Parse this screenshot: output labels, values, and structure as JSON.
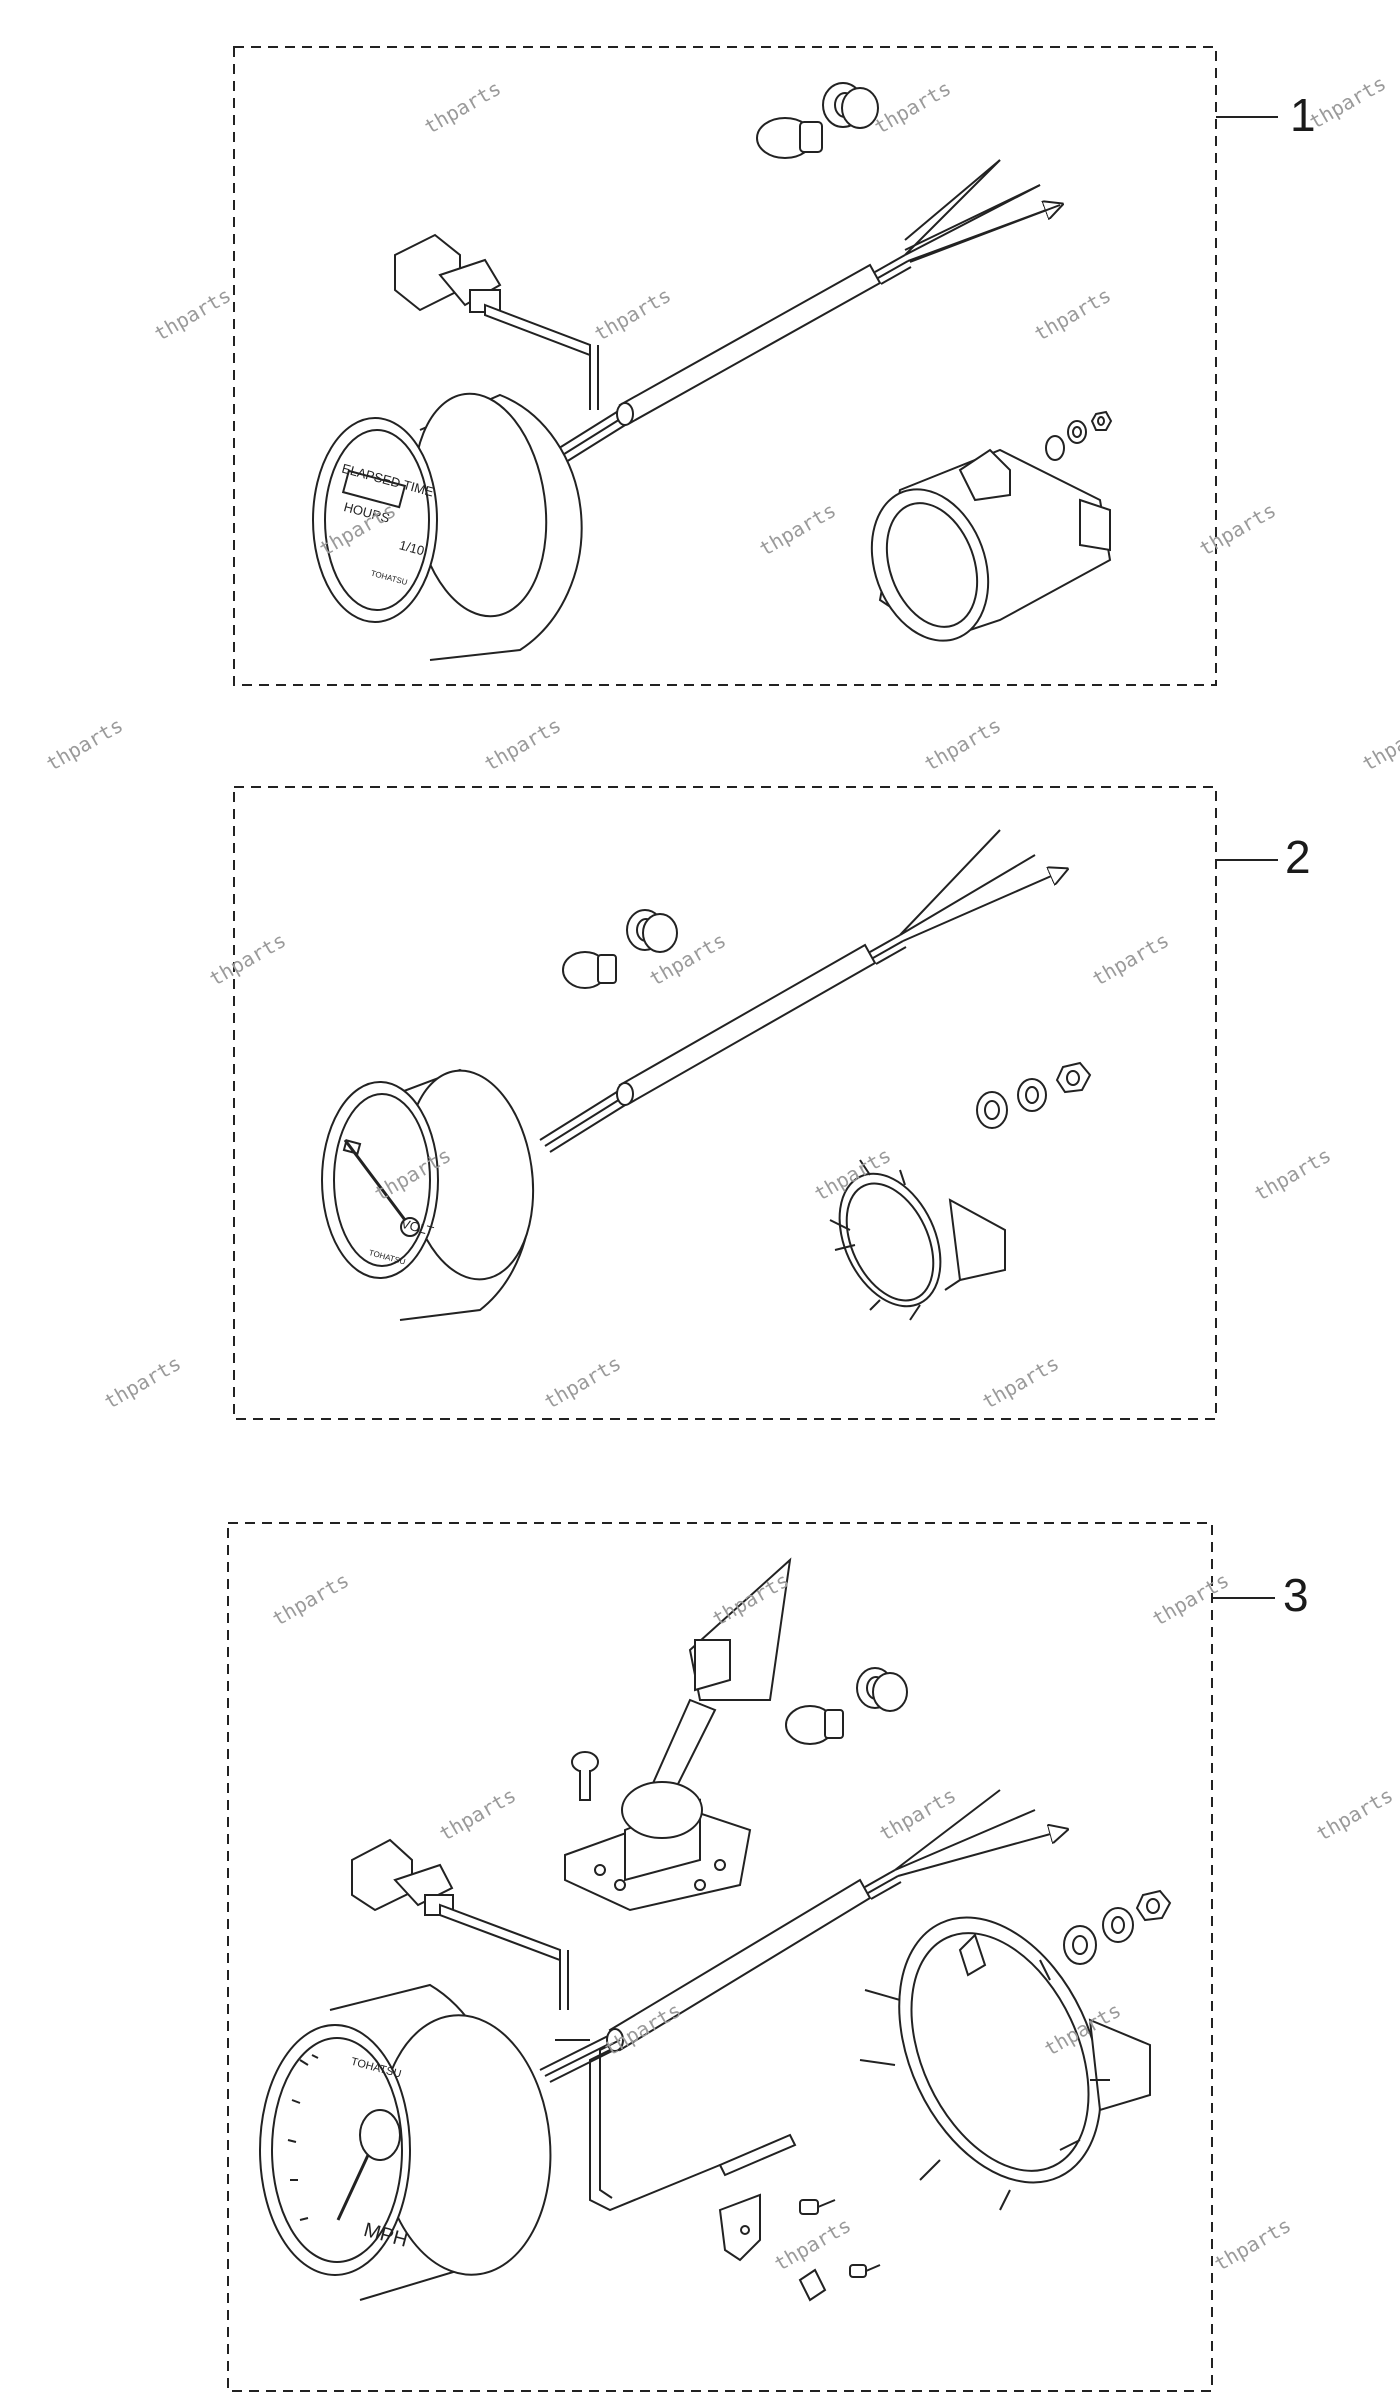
{
  "callouts": [
    "1",
    "2",
    "3"
  ],
  "watermark": "thparts",
  "gauge1": {
    "line1": "ELAPSED TIME",
    "line2": "HOURS",
    "line3": "1/10",
    "brand": "TOHATSU"
  },
  "gauge2": {
    "label": "VOLT",
    "brand": "TOHATSU"
  },
  "gauge3": {
    "label": "MPH",
    "brand": "TOHATSU"
  }
}
